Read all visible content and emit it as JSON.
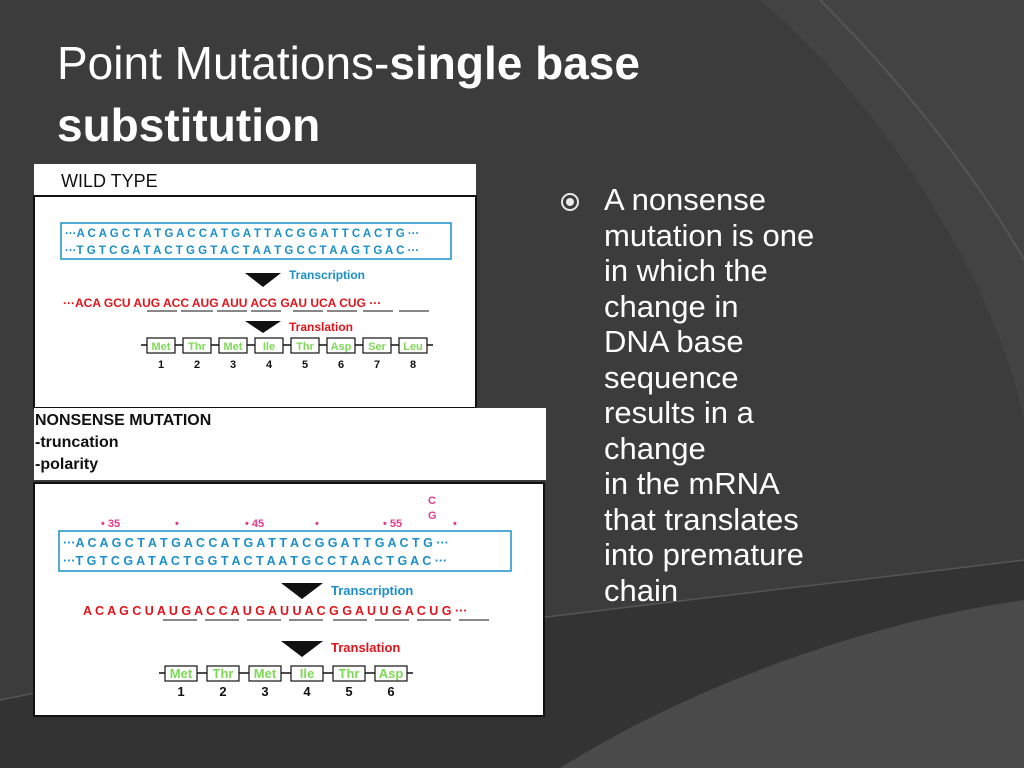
{
  "slide": {
    "title_plain": "Point Mutations-",
    "title_bold": "single base substitution",
    "bullet_text": "A nonsense\nmutation is one\nin which the\nchange in\nDNA base\nsequence\nresults in a\nchange\nin the mRNA\nthat translates\ninto premature\nchain",
    "colors": {
      "background": "#3c3c3c",
      "text": "#ffffff",
      "dna": "#1a8fc9",
      "rna": "#e0141b",
      "mutation": "#e03c8c",
      "amino": "#7ed957"
    }
  },
  "wild": {
    "header": "WILD TYPE",
    "dna_top": "···A C A  G C T  A T G  A C C  A T G  A T T   A C G  G A T   T C A C T G ···",
    "dna_bottom": "···T G T  C G A  T A C  T G G  T A C  T A A   T G C C  T A  A G T  G A C ···",
    "transcription": "Transcription",
    "rna": "···ACA  GCU  AUG ACC  AUG AUU   ACG GAU  UCA  CUG ···",
    "translation": "Translation",
    "aminos": [
      "Met",
      "Thr",
      "Met",
      "Ile",
      "Thr",
      "Asp",
      "Ser",
      "Leu"
    ],
    "numbers": [
      "1",
      "2",
      "3",
      "4",
      "5",
      "6",
      "7",
      "8"
    ]
  },
  "nonsense": {
    "header": "NONSENSE MUTATION",
    "line2": "-truncation",
    "line3": "-polarity",
    "pos35": "• 35",
    "pos45": "• 45",
    "pos55": "• 55",
    "dot": "•",
    "sub_top": "C",
    "sub_bottom": "G",
    "dna_top": "···A C A G C T A T G A C C A T G A T T A C G G A T T G A C T G ···",
    "dna_bottom": "···T G T C G A T A C T G G T A C T A A T G C C T A A C T G A C ···",
    "transcription": "Transcription",
    "rna": "A C A  G C U  A U G  A C C  A U G  A U U   A C G  G A U  U G A  C U G ···",
    "translation": "Translation",
    "aminos": [
      "Met",
      "Thr",
      "Met",
      "Ile",
      "Thr",
      "Asp"
    ],
    "numbers": [
      "1",
      "2",
      "3",
      "4",
      "5",
      "6"
    ]
  }
}
